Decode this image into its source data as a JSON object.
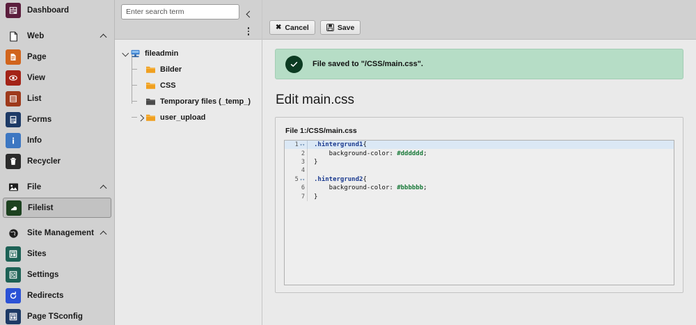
{
  "modulemenu": {
    "top_item": {
      "label": "Dashboard",
      "icon": "dashboard-icon",
      "color": "#5b1e3d"
    },
    "groups": [
      {
        "label": "Web",
        "icon": "page-outline-icon",
        "expanded": true,
        "items": [
          {
            "label": "Page",
            "icon": "page-icon",
            "color": "#d1651d"
          },
          {
            "label": "View",
            "icon": "view-eye-icon",
            "color": "#a32317"
          },
          {
            "label": "List",
            "icon": "list-icon",
            "color": "#9e3a1c"
          },
          {
            "label": "Forms",
            "icon": "forms-icon",
            "color": "#1d3a66"
          },
          {
            "label": "Info",
            "icon": "info-icon",
            "color": "#3d77c2"
          },
          {
            "label": "Recycler",
            "icon": "recycler-trash-icon",
            "color": "#2b2b2b"
          }
        ]
      },
      {
        "label": "File",
        "icon": "image-outline-icon",
        "expanded": true,
        "items": [
          {
            "label": "Filelist",
            "icon": "filelist-icon",
            "color": "#1d4220",
            "active": true
          }
        ]
      },
      {
        "label": "Site Management",
        "icon": "globe-outline-icon",
        "expanded": true,
        "items": [
          {
            "label": "Sites",
            "icon": "sites-icon",
            "color": "#1d6155"
          },
          {
            "label": "Settings",
            "icon": "settings-sliders-icon",
            "color": "#1d6155"
          },
          {
            "label": "Redirects",
            "icon": "redirects-icon",
            "color": "#2b52d6"
          },
          {
            "label": "Page TSconfig",
            "icon": "page-tsconfig-icon",
            "color": "#1d3a66"
          }
        ]
      }
    ]
  },
  "navigation": {
    "search": {
      "placeholder": "Enter search term",
      "value": ""
    },
    "collapse_icon": "chevron-left-icon",
    "more_icon": "kebab-menu-icon",
    "tree": [
      {
        "label": "fileadmin",
        "icon": "storage-drive-icon",
        "depth": 0,
        "toggle": "down"
      },
      {
        "label": "Bilder",
        "icon": "folder-icon",
        "depth": 1,
        "toggle": "none"
      },
      {
        "label": "CSS",
        "icon": "folder-icon",
        "depth": 1,
        "toggle": "none"
      },
      {
        "label": "Temporary files (_temp_)",
        "icon": "folder-temp-icon",
        "depth": 1,
        "toggle": "none"
      },
      {
        "label": "user_upload",
        "icon": "folder-icon",
        "depth": 1,
        "toggle": "right"
      }
    ]
  },
  "toolbar": {
    "cancel_label": "Cancel",
    "cancel_icon": "close-x-icon",
    "save_label": "Save",
    "save_icon": "floppy-disk-icon"
  },
  "alert": {
    "message": "File saved to \"/CSS/main.css\".",
    "icon": "check-circle-icon",
    "background": "#b6ddc6",
    "icon_background": "#0c3b22"
  },
  "main": {
    "page_title": "Edit main.css",
    "file_label": "File 1:/CSS/main.css"
  },
  "code": {
    "language": "css",
    "active_line": 1,
    "lines": [
      {
        "n": 1,
        "fold": true,
        "tokens": [
          {
            "t": ".hintergrund1",
            "c": "sel"
          },
          {
            "t": "{",
            "c": "punct"
          }
        ]
      },
      {
        "n": 2,
        "fold": false,
        "tokens": [
          {
            "t": "    background-color: ",
            "c": "prop"
          },
          {
            "t": "#dddddd",
            "c": "val"
          },
          {
            "t": ";",
            "c": "punct"
          }
        ]
      },
      {
        "n": 3,
        "fold": false,
        "tokens": [
          {
            "t": "}",
            "c": "punct"
          }
        ]
      },
      {
        "n": 4,
        "fold": false,
        "tokens": [
          {
            "t": "",
            "c": "punct"
          }
        ]
      },
      {
        "n": 5,
        "fold": true,
        "tokens": [
          {
            "t": ".hintergrund2",
            "c": "sel"
          },
          {
            "t": "{",
            "c": "punct"
          }
        ]
      },
      {
        "n": 6,
        "fold": false,
        "tokens": [
          {
            "t": "    background-color: ",
            "c": "prop"
          },
          {
            "t": "#bbbbbb",
            "c": "val"
          },
          {
            "t": ";",
            "c": "punct"
          }
        ]
      },
      {
        "n": 7,
        "fold": false,
        "tokens": [
          {
            "t": "}",
            "c": "punct"
          }
        ]
      }
    ]
  }
}
